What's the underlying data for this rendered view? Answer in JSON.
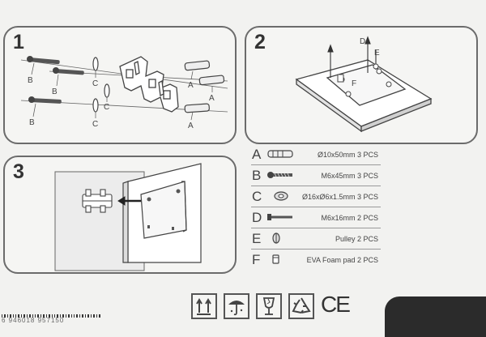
{
  "steps": {
    "step1": "1",
    "step2": "2",
    "step3": "3"
  },
  "step1_labels": {
    "b1": "B",
    "b2": "B",
    "b3": "B",
    "c1": "C",
    "c2": "C",
    "c3": "C",
    "a1": "A",
    "a2": "A",
    "a3": "A"
  },
  "step2_labels": {
    "d": "D",
    "e": "E",
    "f": "F"
  },
  "parts": [
    {
      "letter": "A",
      "desc": "Ø10x50mm  3 PCS",
      "icon": "wall-anchor-icon"
    },
    {
      "letter": "B",
      "desc": "M6x45mm  3 PCS",
      "icon": "screw-icon"
    },
    {
      "letter": "C",
      "desc": "Ø16xØ6x1.5mm 3 PCS",
      "icon": "washer-icon"
    },
    {
      "letter": "D",
      "desc": "M6x16mm  2 PCS",
      "icon": "bolt-icon"
    },
    {
      "letter": "E",
      "desc": "Pulley  2 PCS",
      "icon": "pulley-icon"
    },
    {
      "letter": "F",
      "desc": "EVA Foam pad 2 PCS",
      "icon": "foam-pad-icon"
    }
  ],
  "package_symbols": [
    "this-way-up-icon",
    "keep-dry-icon",
    "fragile-icon",
    "recycle-icon",
    "ce-mark-icon"
  ],
  "ce_mark": "CE",
  "barcode_digits": "6 946018 957150",
  "colors": {
    "line": "#555555",
    "background": "#f2f2f0",
    "corner": "#2b2b2b"
  }
}
